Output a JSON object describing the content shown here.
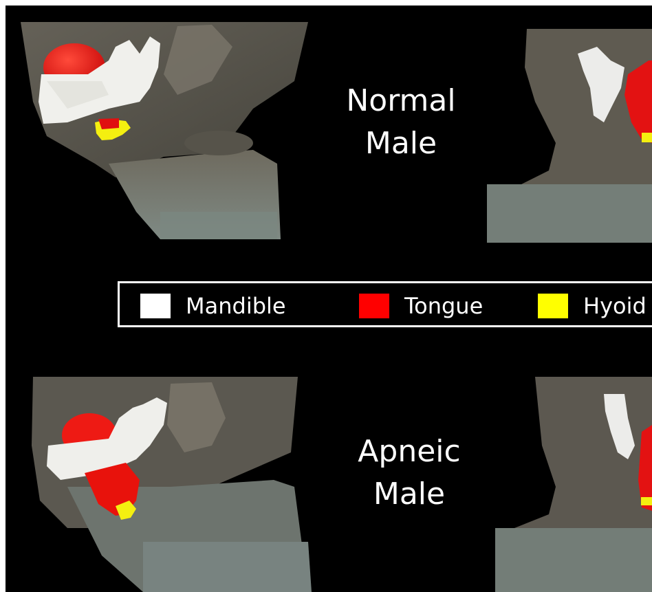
{
  "figure": {
    "normal": {
      "line1": "Normal",
      "line2": "Male"
    },
    "apneic": {
      "line1": "Apneic",
      "line2": "Male"
    }
  },
  "legend": {
    "items": [
      {
        "label": "Mandible",
        "color": "#ffffff"
      },
      {
        "label": "Tongue",
        "color": "#ff0000"
      },
      {
        "label": "Hyoid",
        "color": "#ffff00"
      }
    ]
  },
  "colors": {
    "background": "#000000",
    "soft_tissue": "#5e5a52",
    "neck_base": "#6f7770",
    "mandible": "#f2f2ee",
    "tongue": "#ee1111",
    "hyoid": "#f4ef10"
  }
}
